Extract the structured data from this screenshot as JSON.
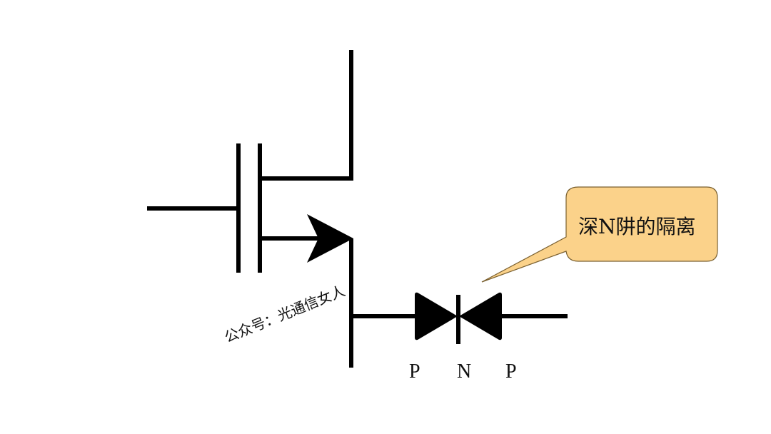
{
  "diagram": {
    "title": "MOSFET with deep N-well isolation",
    "callout": {
      "text": "深N阱的隔离",
      "fill": "#fbd28a",
      "stroke": "#7a6030"
    },
    "junction_labels": [
      "P",
      "N",
      "P"
    ],
    "watermark": "公众号：光通信女人",
    "line_color": "#000000"
  }
}
